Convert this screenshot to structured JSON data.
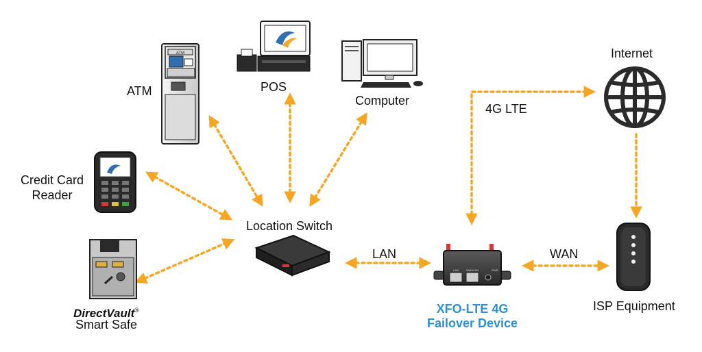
{
  "labels": {
    "atm": "ATM",
    "pos": "POS",
    "computer": "Computer",
    "internet": "Internet",
    "lte": "4G LTE",
    "credit_card_reader": "Credit Card\nReader",
    "location_switch": "Location Switch",
    "lan": "LAN",
    "wan": "WAN",
    "directvault_brand": "DirectVault",
    "directvault_tm": "®",
    "smart_safe": "Smart Safe",
    "device_name_line1": "XFO-LTE 4G",
    "device_name_line2": "Failover Device",
    "isp_equipment": "ISP Equipment",
    "atm_screen_text": "ATM",
    "port_labels": [
      "LAN",
      "WAN/LAN",
      "PWR"
    ]
  },
  "colors": {
    "arrow": "#f5a623",
    "device_label": "#2f8fd2",
    "device_body": "#3a3a3a",
    "accent_red": "#d23a3a"
  },
  "icons": [
    "atm-icon",
    "pos-icon",
    "computer-icon",
    "globe-icon",
    "card-reader-icon",
    "switch-icon",
    "safe-icon",
    "failover-router-icon",
    "isp-modem-icon"
  ]
}
